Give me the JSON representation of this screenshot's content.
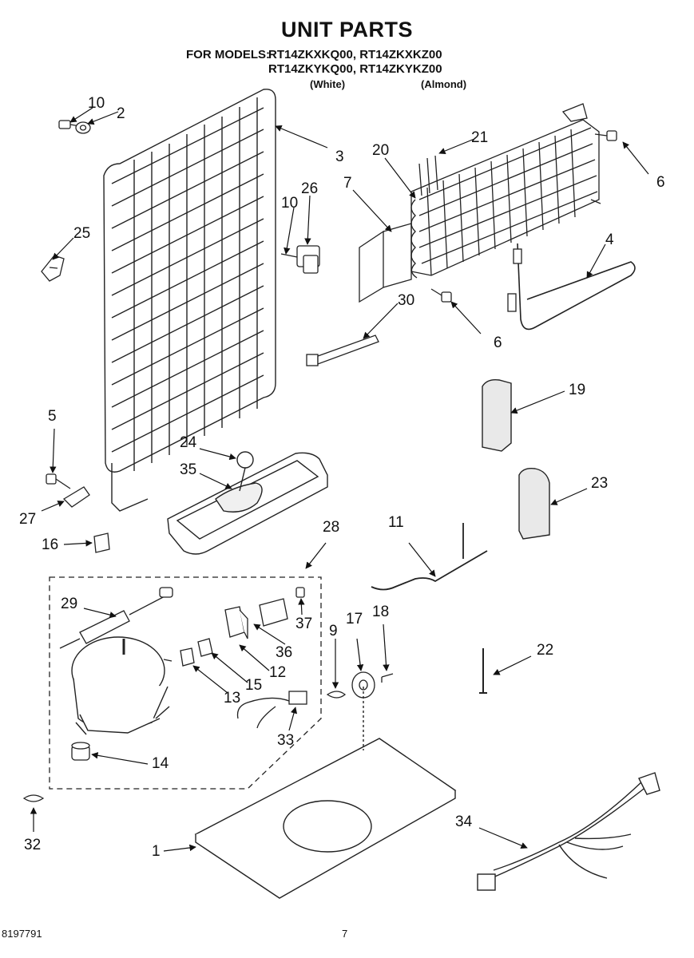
{
  "header": {
    "title": "UNIT PARTS",
    "models_prefix": "FOR MODELS:",
    "models_line1": "RT14ZKXKQ00, RT14ZKXKZ00",
    "models_line2": "RT14ZKYKQ00, RT14ZKYKZ00",
    "color_white": "(White)",
    "color_almond": "(Almond)"
  },
  "parts": {
    "p1": "1",
    "p2": "2",
    "p3": "3",
    "p4": "4",
    "p5": "5",
    "p6a": "6",
    "p6b": "6",
    "p7": "7",
    "p9": "9",
    "p10a": "10",
    "p10b": "10",
    "p11": "11",
    "p12": "12",
    "p13": "13",
    "p14": "14",
    "p15": "15",
    "p16": "16",
    "p17": "17",
    "p18": "18",
    "p19": "19",
    "p20": "20",
    "p21": "21",
    "p22": "22",
    "p23": "23",
    "p24": "24",
    "p25": "25",
    "p26": "26",
    "p27": "27",
    "p28": "28",
    "p29": "29",
    "p30": "30",
    "p32": "32",
    "p33": "33",
    "p34": "34",
    "p35": "35",
    "p36": "36",
    "p37": "37"
  },
  "footer": {
    "doc_number": "8197791",
    "page_number": "7"
  }
}
